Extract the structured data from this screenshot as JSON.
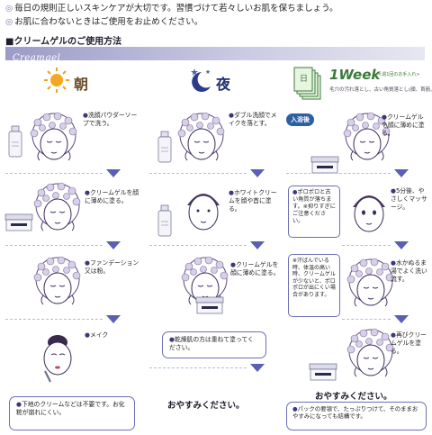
{
  "header": {
    "note1": "毎日の規則正しいスキンケアが大切です。習慣づけて若々しいお肌を保ちましょう。",
    "note2": "お肌に合わないときはご使用をお止めください。",
    "bullet_circle": "◎",
    "section_title": "■クリームゲルのご使用方法",
    "banner_label": "Creamgel"
  },
  "columns": {
    "morning": {
      "title": "朝"
    },
    "night": {
      "title": "夜"
    },
    "week": {
      "title": "1Week",
      "subtitle": "<週1回のお手入れ>",
      "desc": "毛穴の汚れ落とし、古い角質落とし(顔、首筋、全身)",
      "calendar_text": "日"
    }
  },
  "morning_steps": [
    {
      "text": "洗顔パウダーソープで洗う。"
    },
    {
      "text": "クリームゲルを顔に薄めに塗る。"
    },
    {
      "text": "ファンデーション又は粉。"
    },
    {
      "text": "メイク"
    }
  ],
  "morning_note": "下地のクリームなどは不要です。お化粧が崩れにくい。",
  "night_steps": [
    {
      "text": "ダブル洗顔でメイクを落とす。"
    },
    {
      "text": "ホワイトクリームを顔や首に塗る。"
    },
    {
      "text": "クリームゲルを顔に薄めに塗る。"
    }
  ],
  "night_note": "乾燥肌の方は重ねて塗ってください。",
  "night_goodnight": "おやすみください。",
  "week_badge": "入浴後",
  "week_steps": [
    {
      "text": "クリームゲルを顔に薄めに塗る。"
    },
    {
      "text": "5分後、やさしくマッサージ。"
    },
    {
      "text": "水かぬるま湯でよく洗い流す。"
    },
    {
      "text": "再びクリームゲルを塗る。"
    }
  ],
  "week_box1": "ポロポロと古い角質が落ちます。※抑りすぎにご注意ください。",
  "week_box2": "※汗ばんでいる時、体温の高い時、クリームゲルが少ないと、ポロポロが出にくい場合があります。",
  "week_goodnight": "おやすみください。",
  "week_note": "パックの要領で、たっぷりつけて、そのままおやすみになっても結構です。",
  "colors": {
    "accent": "#5b5fb0",
    "banner": "#9b9cc8",
    "week_green": "#3c7a3c"
  }
}
